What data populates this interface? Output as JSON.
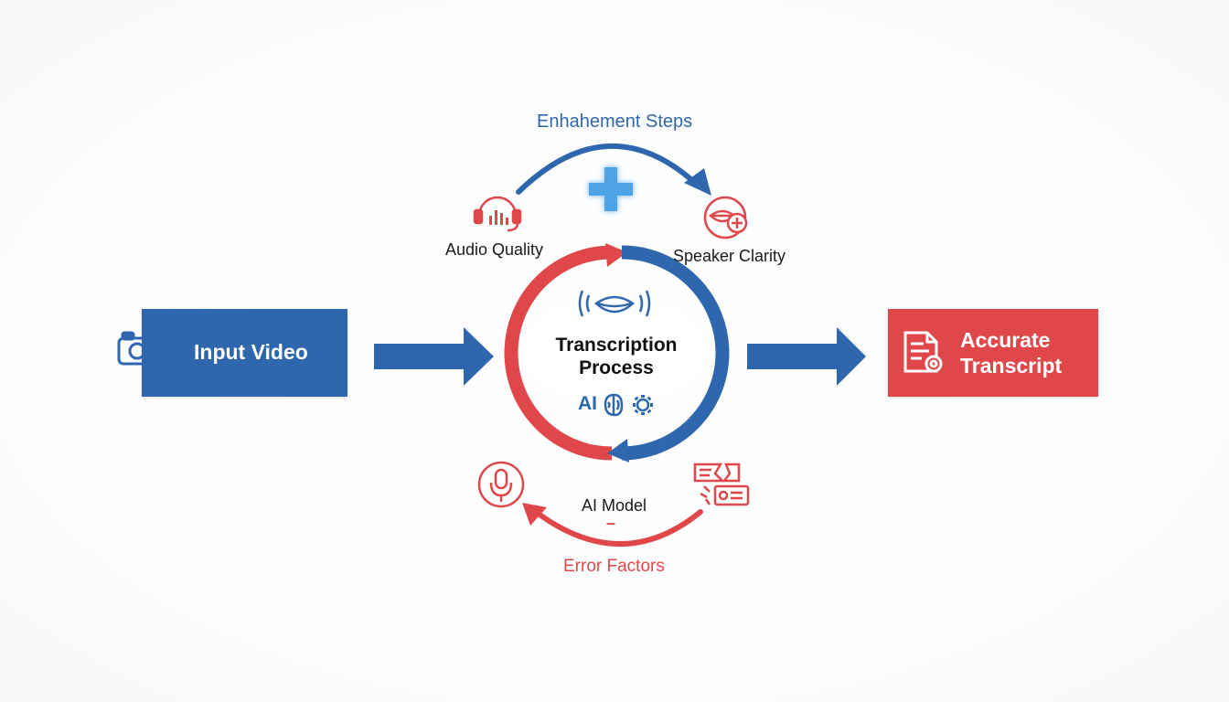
{
  "enhancement": {
    "title": "Enhahement Steps",
    "audio_quality": "Audio Quality",
    "speaker_clarity": "Speaker Clarity"
  },
  "input": {
    "label": "Input Video"
  },
  "process": {
    "title_line1": "Transcription",
    "title_line2": "Process",
    "ai_label": "AI"
  },
  "output": {
    "label_line1": "Accurate",
    "label_line2": "Transcript"
  },
  "errors": {
    "title": "Error Factors",
    "model_label": "AI Model",
    "model_mark": "–"
  },
  "colors": {
    "blue": "#2e67ad",
    "red": "#e0474b",
    "light_blue": "#4da3e6"
  },
  "icons": {
    "input": "camera-icon",
    "audio": "headset-icon",
    "speaker": "lips-plus-icon",
    "process": "speaking-lips-icon",
    "ai": "brain-gear-icon",
    "output": "document-icon",
    "mic": "microphone-icon",
    "noise": "broken-text-icon"
  }
}
